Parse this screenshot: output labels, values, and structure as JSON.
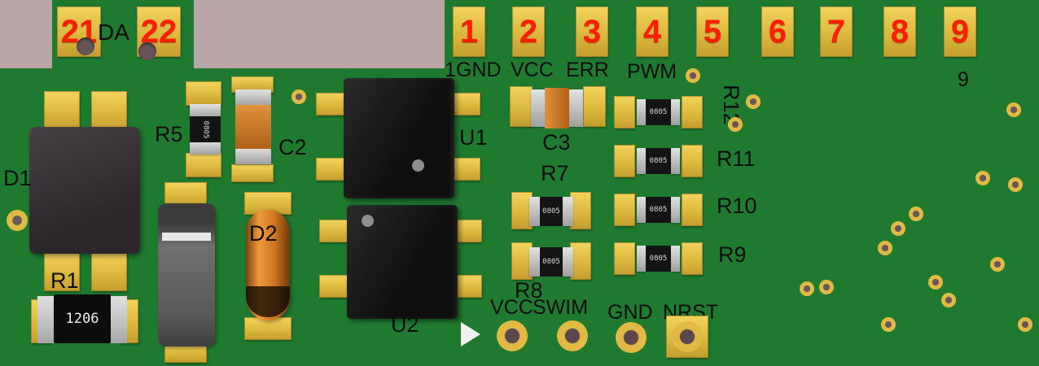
{
  "colors": {
    "background": "#b8a6a6",
    "board": "#1f7a30",
    "pad_gold": "#dcb83e",
    "silk_red": "#ff1f00",
    "silk_black": "#0d0d0d",
    "chip_black": "#141414",
    "component_orange": "#cd7a24",
    "ic_black": "#151515",
    "hole": "#5c484c"
  },
  "connector_tab": {
    "label": "DA",
    "pads": [
      {
        "num": "21"
      },
      {
        "num": "22"
      }
    ]
  },
  "top_pads": [
    {
      "num": "1"
    },
    {
      "num": "2"
    },
    {
      "num": "3"
    },
    {
      "num": "4"
    },
    {
      "num": "5"
    },
    {
      "num": "6"
    },
    {
      "num": "7"
    },
    {
      "num": "8"
    },
    {
      "num": "9"
    }
  ],
  "top_silk": {
    "pin1_marker": "1",
    "labels": [
      {
        "text": "GND"
      },
      {
        "text": "VCC"
      },
      {
        "text": "ERR"
      },
      {
        "text": "PWM"
      }
    ],
    "pin9_marker": "9"
  },
  "designators": {
    "d1": "D1",
    "r1": "R1",
    "r5": "R5",
    "c2": "C2",
    "d2": "D2",
    "u1": "U1",
    "u2": "U2",
    "c3": "C3",
    "r7": "R7",
    "r8": "R8",
    "r9": "R9",
    "r10": "R10",
    "r11": "R11",
    "r12": "R12"
  },
  "markings": {
    "r1": "1206",
    "r5": "0805",
    "r7_chip": "0805",
    "r8_chip": "0805",
    "bank_chips": [
      {
        "text": "0805"
      },
      {
        "text": "0805"
      },
      {
        "text": "0805"
      },
      {
        "text": "0805"
      }
    ]
  },
  "programming_header": {
    "labels": [
      {
        "text": "VCC"
      },
      {
        "text": "SWIM"
      },
      {
        "text": "GND"
      },
      {
        "text": "NRST"
      }
    ]
  }
}
